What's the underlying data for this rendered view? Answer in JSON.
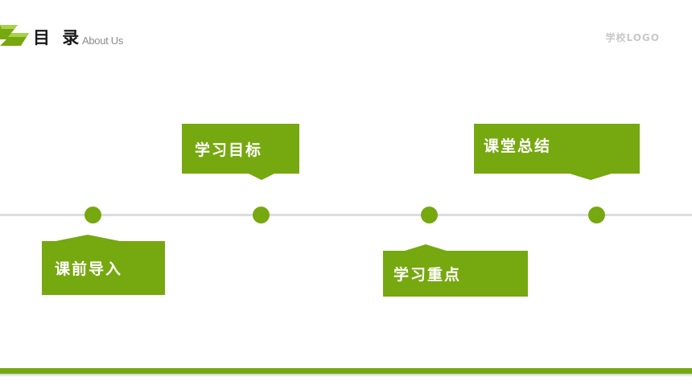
{
  "header": {
    "title": "目 录",
    "subtitle": "About Us",
    "school_logo": "学校LOGO"
  },
  "timeline": {
    "items": [
      {
        "label": "课前导入"
      },
      {
        "label": "学习目标"
      },
      {
        "label": "学习重点"
      },
      {
        "label": "课堂总结"
      }
    ]
  },
  "colors": {
    "accent": "#76a80f",
    "line": "#dcdcdc",
    "title": "#1a1a1a",
    "subtitle": "#8c8c8c"
  }
}
